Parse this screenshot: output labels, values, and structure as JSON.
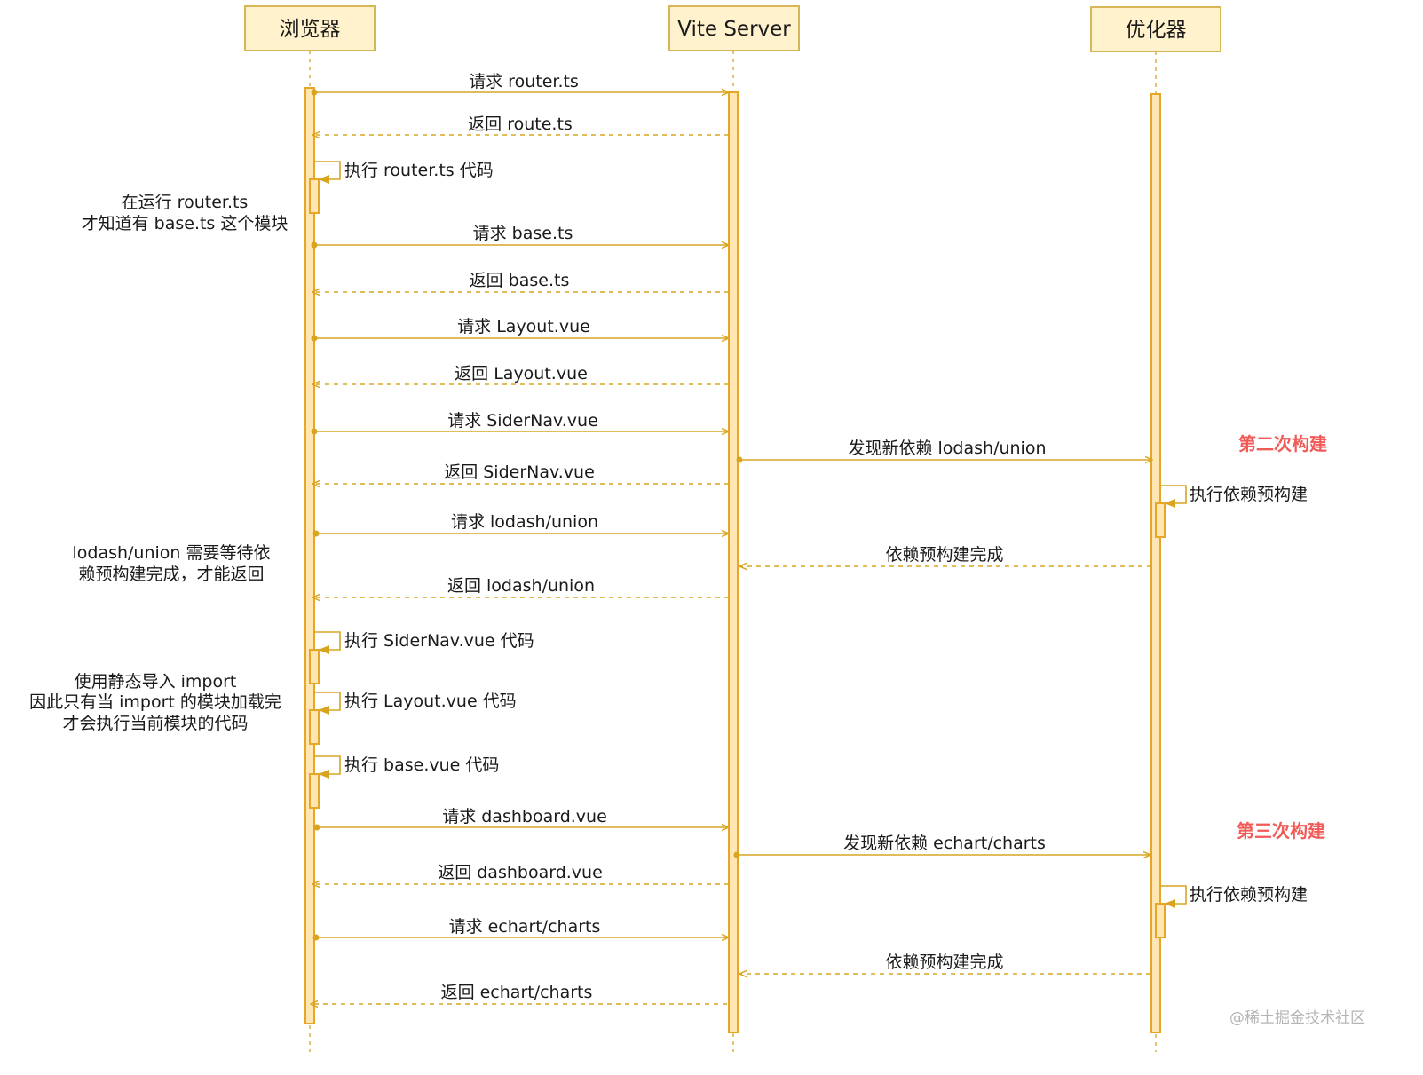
{
  "actors": {
    "browser": "浏览器",
    "server": "Vite Server",
    "optimizer": "优化器"
  },
  "messages": [
    {
      "text": "请求 router.ts",
      "dashed": false
    },
    {
      "text": "返回 route.ts",
      "dashed": true
    },
    {
      "text": "执行 router.ts 代码",
      "self": true
    },
    {
      "text": "请求 base.ts",
      "dashed": false
    },
    {
      "text": "返回 base.ts",
      "dashed": true
    },
    {
      "text": "请求 Layout.vue",
      "dashed": false
    },
    {
      "text": "返回 Layout.vue",
      "dashed": true
    },
    {
      "text": "请求 SiderNav.vue",
      "dashed": false
    },
    {
      "text": "发现新依赖 lodash/union",
      "dashed": false
    },
    {
      "text": "返回 SiderNav.vue",
      "dashed": true
    },
    {
      "text": "执行依赖预构建",
      "self": true
    },
    {
      "text": "请求 lodash/union",
      "dashed": false
    },
    {
      "text": "依赖预构建完成",
      "dashed": true
    },
    {
      "text": "返回 lodash/union",
      "dashed": true
    },
    {
      "text": "执行 SiderNav.vue 代码",
      "self": true
    },
    {
      "text": "执行 Layout.vue 代码",
      "self": true
    },
    {
      "text": "执行 base.vue 代码",
      "self": true
    },
    {
      "text": "请求 dashboard.vue",
      "dashed": false
    },
    {
      "text": "发现新依赖 echart/charts",
      "dashed": false
    },
    {
      "text": "返回 dashboard.vue",
      "dashed": true
    },
    {
      "text": "执行依赖预构建",
      "self": true
    },
    {
      "text": "请求 echart/charts",
      "dashed": false
    },
    {
      "text": "依赖预构建完成",
      "dashed": true
    },
    {
      "text": "返回 echart/charts",
      "dashed": true
    }
  ],
  "notes": [
    {
      "lines": [
        "在运行 router.ts",
        "才知道有 base.ts 这个模块"
      ]
    },
    {
      "lines": [
        "lodash/union 需要等待依",
        "赖预构建完成，才能返回"
      ]
    },
    {
      "lines": [
        "使用静态导入 import",
        "因此只有当 import 的模块加载完",
        "才会执行当前模块的代码"
      ]
    }
  ],
  "phases": [
    "第二次构建",
    "第三次构建"
  ],
  "watermark": "@稀土掘金技术社区",
  "colors": {
    "line": "#d9a520",
    "actor_fill": "#fff2cc",
    "actor_stroke": "#d6b656",
    "activation_fill": "#ffe6b3",
    "activation_stroke": "#e8a628",
    "phase_text": "#f25a57"
  }
}
